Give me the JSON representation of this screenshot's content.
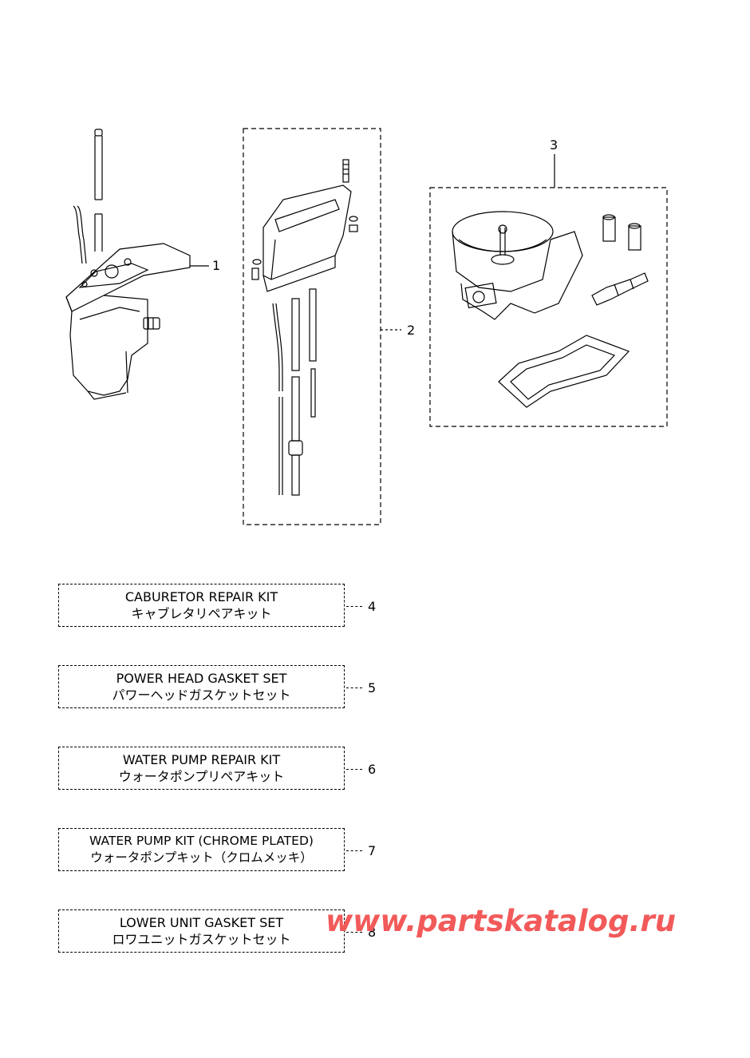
{
  "callouts": {
    "c1": "1",
    "c2": "2",
    "c3": "3"
  },
  "kits": [
    {
      "number": "4",
      "en": "CABURETOR REPAIR KIT",
      "jp": "キャブレタリペアキット"
    },
    {
      "number": "5",
      "en": "POWER HEAD GASKET SET",
      "jp": "パワーヘッドガスケットセット"
    },
    {
      "number": "6",
      "en": "WATER PUMP REPAIR KIT",
      "jp": "ウォータポンプリペアキット"
    },
    {
      "number": "7",
      "en": "WATER PUMP KIT (CHROME PLATED)",
      "jp": "ウォータポンプキット（クロムメッキ）"
    },
    {
      "number": "8",
      "en": "LOWER UNIT GASKET SET",
      "jp": "ロワユニットガスケットセット"
    }
  ],
  "watermark": "www.partskatalog.ru",
  "colors": {
    "line": "#000000",
    "watermark": "#f25a5a",
    "background": "#ffffff"
  }
}
